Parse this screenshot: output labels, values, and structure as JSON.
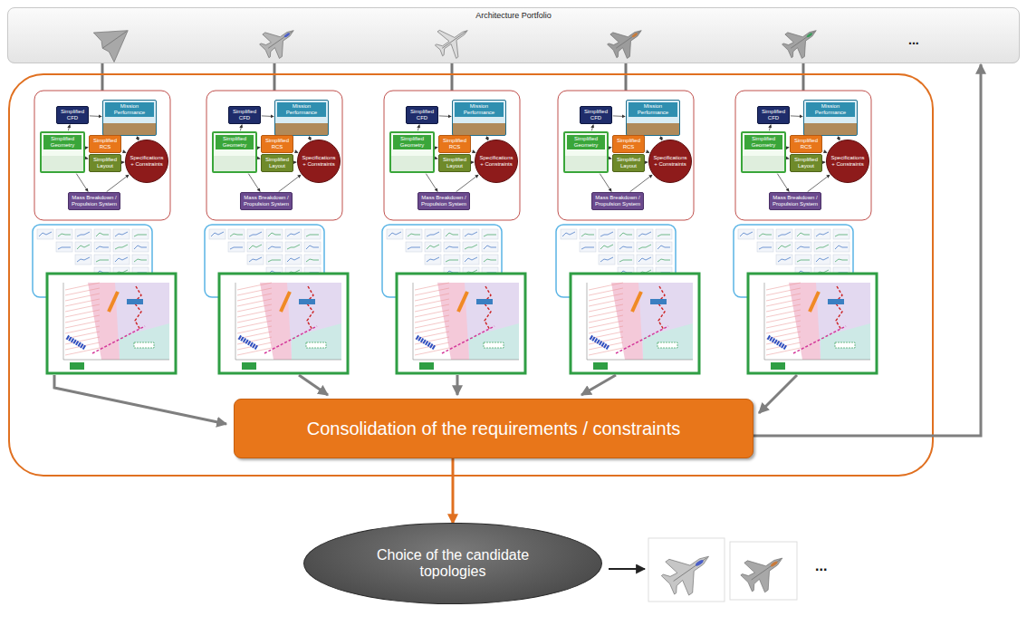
{
  "diagram": {
    "nodes": [
      {
        "text": [
          "Architecture Portfolio"
        ]
      },
      {
        "text": [
          "Simplified CFD"
        ]
      },
      {
        "text": [
          "Mission Performance"
        ]
      },
      {
        "text": [
          "Simplified Geometry"
        ]
      },
      {
        "text": [
          "Simplified RCS"
        ]
      },
      {
        "text": [
          "Simplified Layout"
        ]
      },
      {
        "text": [
          "Specifications + Constraints"
        ]
      },
      {
        "text": [
          "Mass Breakdown / Propulsion System"
        ]
      },
      {
        "text": [
          "Simplified CFD"
        ]
      },
      {
        "text": [
          "Mission Performance"
        ]
      },
      {
        "text": [
          "Simplified Geometry"
        ]
      },
      {
        "text": [
          "Simplified RCS"
        ]
      },
      {
        "text": [
          "Simplified Layout"
        ]
      },
      {
        "text": [
          "Specifications + Constraints"
        ]
      },
      {
        "text": [
          "Mass Breakdown / Propulsion System"
        ]
      },
      {
        "text": [
          "Simplified CFD"
        ]
      },
      {
        "text": [
          "Mission Performance"
        ]
      },
      {
        "text": [
          "Simplified Geometry"
        ]
      },
      {
        "text": [
          "Simplified RCS"
        ]
      },
      {
        "text": [
          "Simplified Layout"
        ]
      },
      {
        "text": [
          "Specifications + Constraints"
        ]
      },
      {
        "text": [
          "Mass Breakdown / Propulsion System"
        ]
      },
      {
        "text": [
          "Simplified CFD"
        ]
      },
      {
        "text": [
          "Mission Performance"
        ]
      },
      {
        "text": [
          "Simplified Geometry"
        ]
      },
      {
        "text": [
          "Simplified RCS"
        ]
      },
      {
        "text": [
          "Simplified Layout"
        ]
      },
      {
        "text": [
          "Specifications + Constraints"
        ]
      },
      {
        "text": [
          "Mass Breakdown / Propulsion System"
        ]
      },
      {
        "text": [
          "Simplified CFD"
        ]
      },
      {
        "text": [
          "Mission Performance"
        ]
      },
      {
        "text": [
          "Simplified Geometry"
        ]
      },
      {
        "text": [
          "Simplified RCS"
        ]
      },
      {
        "text": [
          "Simplified Layout"
        ]
      },
      {
        "text": [
          "Specifications + Constraints"
        ]
      },
      {
        "text": [
          "Mass Breakdown / Propulsion System"
        ]
      },
      {
        "text": [
          "Consolidation of the requirements / constraints"
        ]
      },
      {
        "text": [
          "Choice of the candidate topologies"
        ]
      }
    ],
    "edges": [
      {
        "from": 3,
        "to": 1,
        "arrow": "to"
      },
      {
        "from": 1,
        "to": 2,
        "arrow": "to"
      },
      {
        "from": 3,
        "to": 4,
        "arrow": "to"
      },
      {
        "from": 3,
        "to": 5,
        "arrow": "to"
      },
      {
        "from": 4,
        "to": 6,
        "arrow": "to"
      },
      {
        "from": 5,
        "to": 6,
        "arrow": "to"
      },
      {
        "from": 2,
        "to": 6,
        "arrow": "both"
      },
      {
        "from": 3,
        "to": 7,
        "arrow": "to"
      },
      {
        "from": 7,
        "to": 6,
        "arrow": "to"
      },
      {
        "from": 10,
        "to": 8,
        "arrow": "to"
      },
      {
        "from": 8,
        "to": 9,
        "arrow": "to"
      },
      {
        "from": 10,
        "to": 11,
        "arrow": "to"
      },
      {
        "from": 10,
        "to": 12,
        "arrow": "to"
      },
      {
        "from": 11,
        "to": 13,
        "arrow": "to"
      },
      {
        "from": 12,
        "to": 13,
        "arrow": "to"
      },
      {
        "from": 9,
        "to": 13,
        "arrow": "both"
      },
      {
        "from": 10,
        "to": 14,
        "arrow": "to"
      },
      {
        "from": 14,
        "to": 13,
        "arrow": "to"
      },
      {
        "from": 17,
        "to": 15,
        "arrow": "to"
      },
      {
        "from": 15,
        "to": 16,
        "arrow": "to"
      },
      {
        "from": 17,
        "to": 18,
        "arrow": "to"
      },
      {
        "from": 17,
        "to": 19,
        "arrow": "to"
      },
      {
        "from": 18,
        "to": 20,
        "arrow": "to"
      },
      {
        "from": 19,
        "to": 20,
        "arrow": "to"
      },
      {
        "from": 16,
        "to": 20,
        "arrow": "both"
      },
      {
        "from": 17,
        "to": 21,
        "arrow": "to"
      },
      {
        "from": 21,
        "to": 20,
        "arrow": "to"
      },
      {
        "from": 24,
        "to": 22,
        "arrow": "to"
      },
      {
        "from": 22,
        "to": 23,
        "arrow": "to"
      },
      {
        "from": 24,
        "to": 25,
        "arrow": "to"
      },
      {
        "from": 24,
        "to": 26,
        "arrow": "to"
      },
      {
        "from": 25,
        "to": 27,
        "arrow": "to"
      },
      {
        "from": 26,
        "to": 27,
        "arrow": "to"
      },
      {
        "from": 23,
        "to": 27,
        "arrow": "both"
      },
      {
        "from": 24,
        "to": 28,
        "arrow": "to"
      },
      {
        "from": 28,
        "to": 27,
        "arrow": "to"
      },
      {
        "from": 31,
        "to": 29,
        "arrow": "to"
      },
      {
        "from": 29,
        "to": 30,
        "arrow": "to"
      },
      {
        "from": 31,
        "to": 32,
        "arrow": "to"
      },
      {
        "from": 31,
        "to": 33,
        "arrow": "to"
      },
      {
        "from": 32,
        "to": 34,
        "arrow": "to"
      },
      {
        "from": 33,
        "to": 34,
        "arrow": "to"
      },
      {
        "from": 30,
        "to": 34,
        "arrow": "both"
      },
      {
        "from": 31,
        "to": 35,
        "arrow": "to"
      },
      {
        "from": 35,
        "to": 34,
        "arrow": "to"
      },
      {
        "from": 36,
        "to": 0,
        "arrow": "to"
      },
      {
        "from": 36,
        "to": 37,
        "arrow": "to"
      }
    ],
    "labels": [
      "...",
      "..."
    ]
  }
}
